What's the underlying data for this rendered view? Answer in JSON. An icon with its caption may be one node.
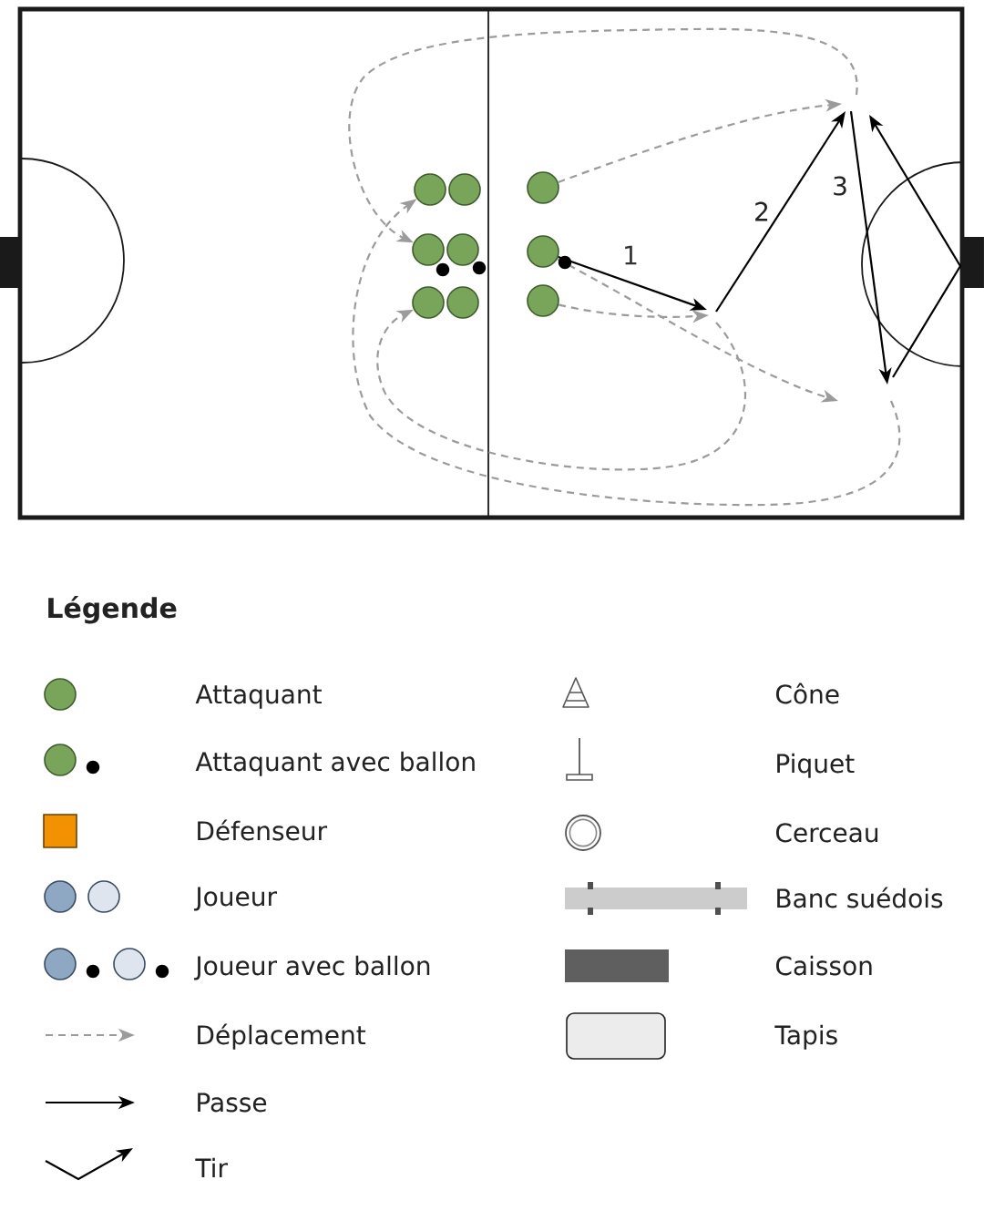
{
  "diagram": {
    "nodes": [
      {
        "text": [],
        "shape": "circle"
      },
      {
        "text": [],
        "shape": "circle"
      },
      {
        "text": [],
        "shape": "circle"
      },
      {
        "text": [],
        "shape": "circle"
      },
      {
        "text": [],
        "shape": "circle"
      },
      {
        "text": [],
        "shape": "circle"
      },
      {
        "text": [],
        "shape": "circle"
      },
      {
        "text": [],
        "shape": "circle"
      },
      {
        "text": [],
        "shape": "circle"
      }
    ],
    "edges": [
      {
        "from": 5,
        "to": null,
        "arrow": "to",
        "label": "1",
        "color": "#000000"
      },
      {
        "from": 2,
        "to": null,
        "arrow": "to",
        "style": "dashed"
      },
      {
        "from": 5,
        "to": null,
        "arrow": "to",
        "style": "dashed"
      },
      {
        "from": 8,
        "to": null,
        "arrow": "to",
        "style": "dashed"
      },
      {
        "from": null,
        "to": 3,
        "arrow": "to",
        "style": "dashed"
      },
      {
        "from": null,
        "to": 6,
        "arrow": "to",
        "style": "dashed"
      },
      {
        "from": null,
        "to": 0,
        "arrow": "to",
        "style": "dashed"
      }
    ],
    "labels": [
      "2",
      "3",
      "Légende"
    ],
    "legend": [
      {
        "text": "Attaquant",
        "color": "#78a55a"
      },
      {
        "text": "Attaquant avec ballon"
      },
      {
        "text": "Défenseur",
        "color": "#f39200"
      },
      {
        "text": "Joueur"
      },
      {
        "text": "Joueur avec ballon"
      },
      {
        "text": "Déplacement"
      },
      {
        "text": "Passe"
      },
      {
        "text": "Tir"
      },
      {
        "text": "Cône"
      },
      {
        "text": "Piquet"
      },
      {
        "text": "Cerceau"
      },
      {
        "text": "Banc suédois"
      },
      {
        "text": "Caisson",
        "color": "#5f5f5f"
      },
      {
        "text": "Tapis",
        "color": "#ececec"
      }
    ]
  }
}
